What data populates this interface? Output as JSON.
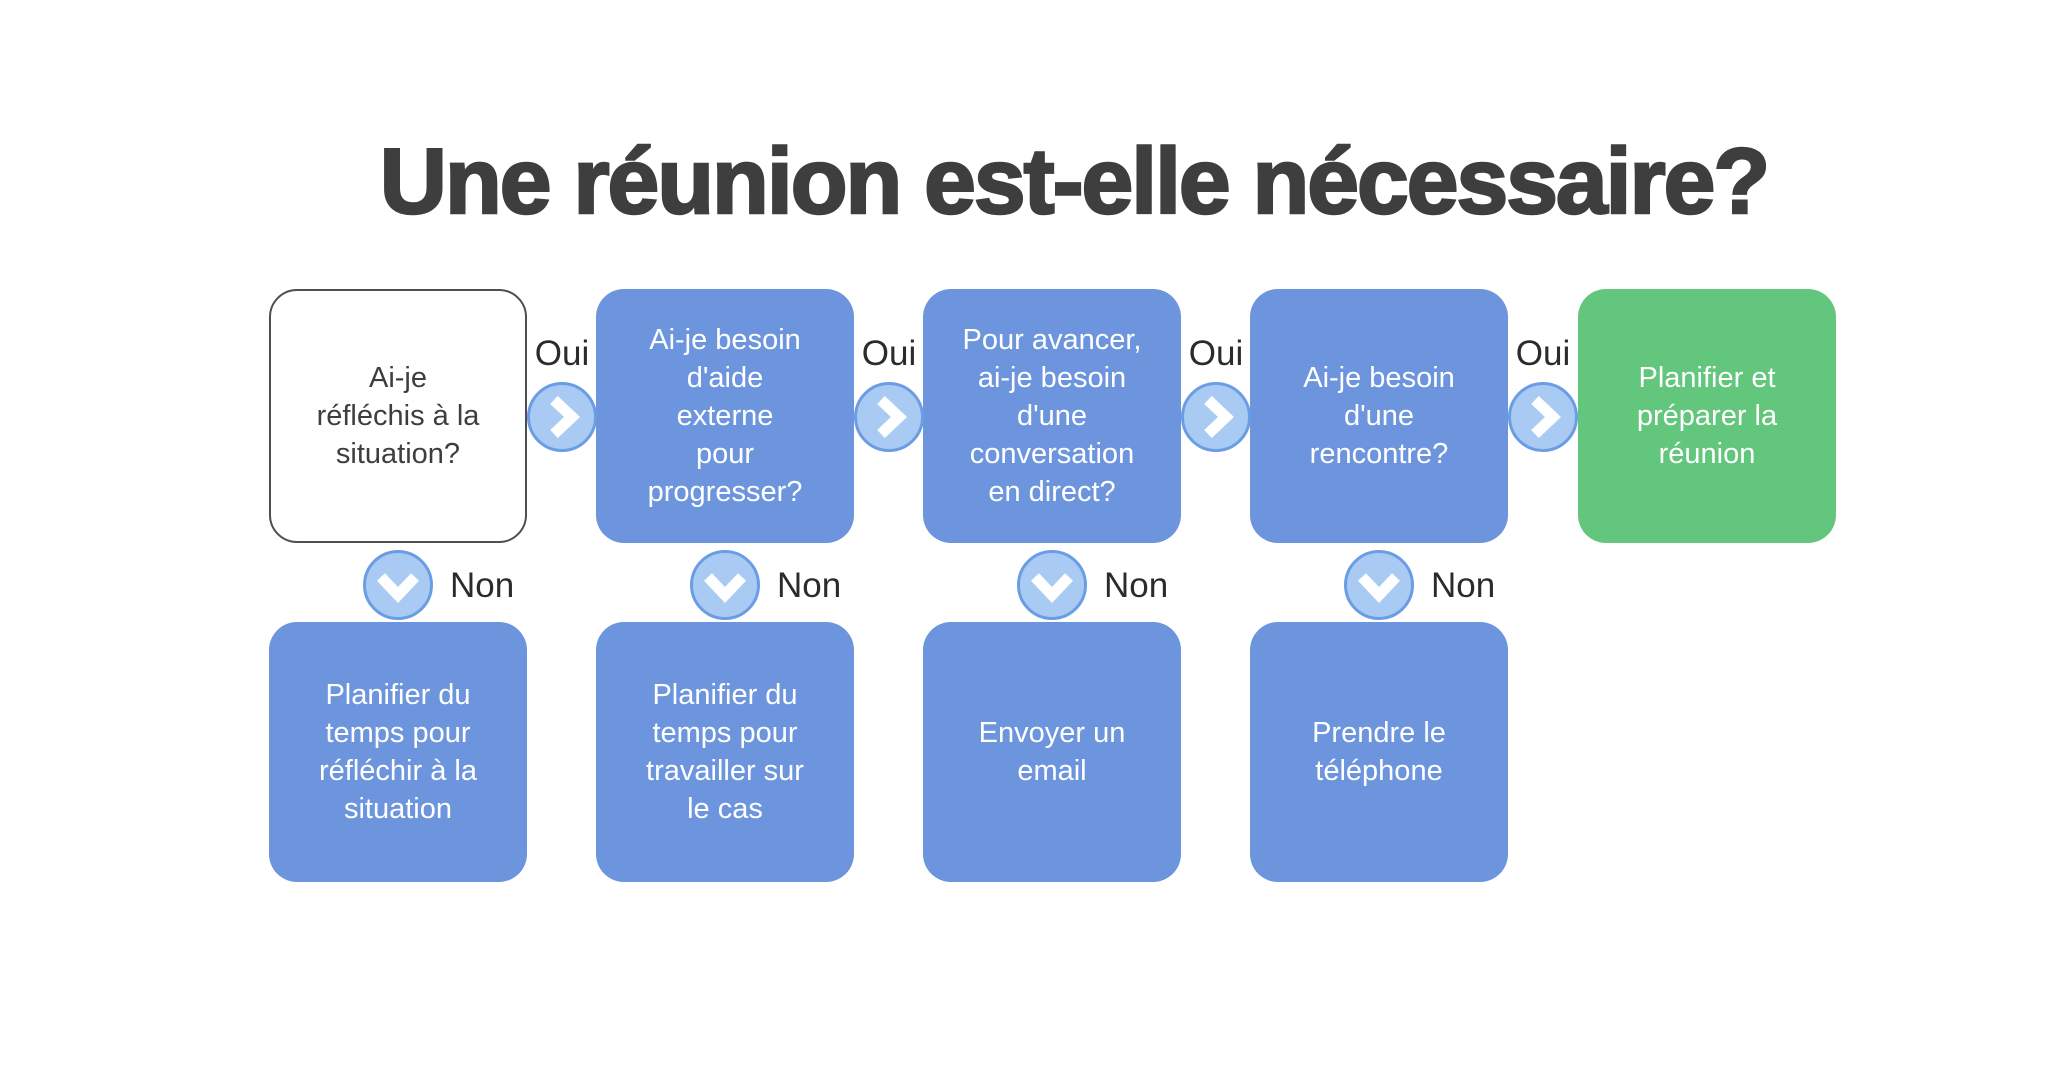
{
  "title": "Une réunion est-elle nécessaire?",
  "icons": {
    "yes": "chevron-right-circle",
    "no": "chevron-down-circle"
  },
  "colors": {
    "blue": "#6d95de",
    "green": "#62c67c",
    "circle-fill": "#a9cbf3",
    "circle-border": "#6a9de4",
    "ink": "#3e3e3e",
    "label-ink": "#2b2b2b",
    "white-box-border": "#4f4f4f",
    "box-text": "#ffffff"
  },
  "columns": [
    {
      "question": "Ai-je\nréfléchis à la\nsituation?",
      "yes_label": "Oui",
      "no_label": "Non",
      "no_action": "Planifier du\ntemps pour\nréfléchir à la\nsituation"
    },
    {
      "question": "Ai-je besoin\nd'aide\nexterne\npour\nprogresser?",
      "yes_label": "Oui",
      "no_label": "Non",
      "no_action": "Planifier du\ntemps pour\ntravailler sur\nle cas"
    },
    {
      "question": "Pour avancer,\nai-je besoin\nd'une\nconversation\nen direct?",
      "yes_label": "Oui",
      "no_label": "Non",
      "no_action": "Envoyer un\nemail"
    },
    {
      "question": "Ai-je besoin\nd'une\nrencontre?",
      "yes_label": "Oui",
      "no_label": "Non",
      "no_action": "Prendre le\ntéléphone"
    }
  ],
  "final_action": "Planifier et\npréparer la\nréunion"
}
